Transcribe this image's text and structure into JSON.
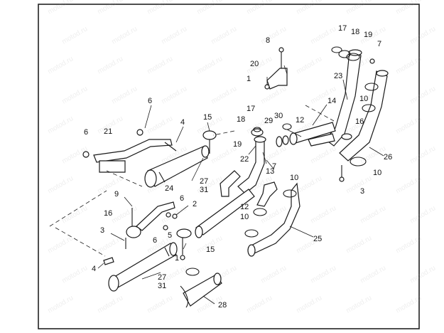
{
  "diagram": {
    "watermark_text": "motod.ru",
    "callouts": [
      {
        "id": "c-8",
        "text": "8"
      },
      {
        "id": "c-17a",
        "text": "17"
      },
      {
        "id": "c-18a",
        "text": "18"
      },
      {
        "id": "c-19a",
        "text": "19"
      },
      {
        "id": "c-7a",
        "text": "7"
      },
      {
        "id": "c-20",
        "text": "20"
      },
      {
        "id": "c-1a",
        "text": "1"
      },
      {
        "id": "c-23",
        "text": "23"
      },
      {
        "id": "c-10a",
        "text": "10"
      },
      {
        "id": "c-14",
        "text": "14"
      },
      {
        "id": "c-6a",
        "text": "6"
      },
      {
        "id": "c-4a",
        "text": "4"
      },
      {
        "id": "c-15a",
        "text": "15"
      },
      {
        "id": "c-18b",
        "text": "18"
      },
      {
        "id": "c-17b",
        "text": "17"
      },
      {
        "id": "c-29",
        "text": "29"
      },
      {
        "id": "c-30",
        "text": "30"
      },
      {
        "id": "c-12a",
        "text": "12"
      },
      {
        "id": "c-16a",
        "text": "16"
      },
      {
        "id": "c-6b",
        "text": "6"
      },
      {
        "id": "c-21",
        "text": "21"
      },
      {
        "id": "c-19b",
        "text": "19"
      },
      {
        "id": "c-22",
        "text": "22"
      },
      {
        "id": "c-13",
        "text": "13"
      },
      {
        "id": "c-7b",
        "text": "7"
      },
      {
        "id": "c-26",
        "text": "26"
      },
      {
        "id": "c-10b",
        "text": "10"
      },
      {
        "id": "c-27a",
        "text": "27"
      },
      {
        "id": "c-31a",
        "text": "31"
      },
      {
        "id": "c-3a",
        "text": "3"
      },
      {
        "id": "c-10c",
        "text": "10"
      },
      {
        "id": "c-9",
        "text": "9"
      },
      {
        "id": "c-24",
        "text": "24"
      },
      {
        "id": "c-6c",
        "text": "6"
      },
      {
        "id": "c-2",
        "text": "2"
      },
      {
        "id": "c-16b",
        "text": "16"
      },
      {
        "id": "c-12b",
        "text": "12"
      },
      {
        "id": "c-10d",
        "text": "10"
      },
      {
        "id": "c-3b",
        "text": "3"
      },
      {
        "id": "c-5",
        "text": "5"
      },
      {
        "id": "c-6d",
        "text": "6"
      },
      {
        "id": "c-25",
        "text": "25"
      },
      {
        "id": "c-15b",
        "text": "15"
      },
      {
        "id": "c-1b",
        "text": "1"
      },
      {
        "id": "c-4b",
        "text": "4"
      },
      {
        "id": "c-27b",
        "text": "27"
      },
      {
        "id": "c-31b",
        "text": "31"
      },
      {
        "id": "c-28",
        "text": "28"
      }
    ]
  }
}
